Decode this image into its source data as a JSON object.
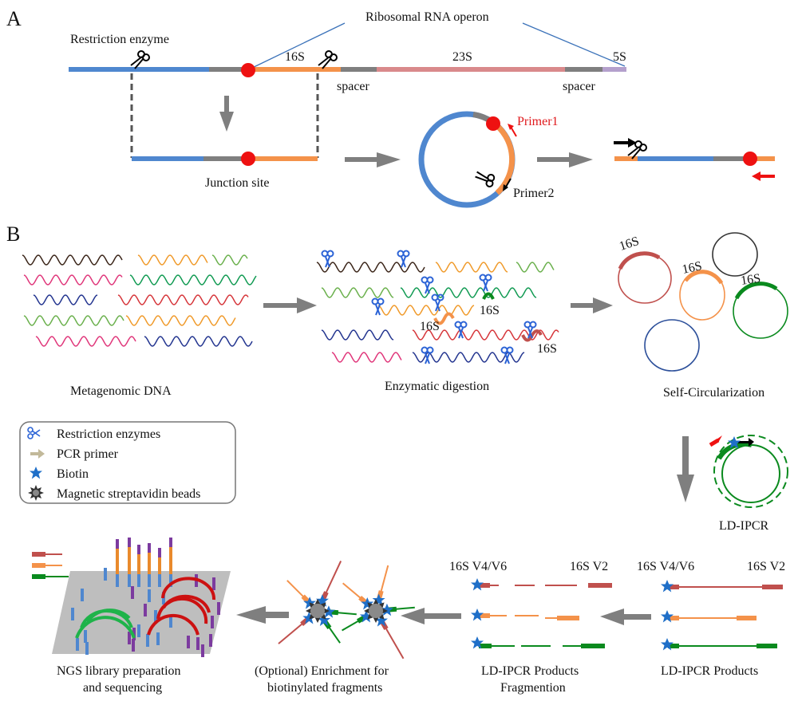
{
  "panel_a": {
    "letter": "A",
    "operon_label": "Ribosomal RNA operon",
    "restriction_label": "Restriction enzyme",
    "gene_16s": "16S",
    "gene_23s": "23S",
    "gene_5s": "5S",
    "spacer1": "spacer",
    "spacer2": "spacer",
    "junction_label": "Junction site",
    "primer1": "Primer1",
    "primer2": "Primer2"
  },
  "panel_b": {
    "letter": "B",
    "step1": "Metagenomic DNA",
    "step2": "Enzymatic digestion",
    "step3": "Self-Circularization",
    "step4": "LD-IPCR",
    "step5": "LD-IPCR Products",
    "step6_line1": "LD-IPCR Products",
    "step6_line2": "Fragmention",
    "step7_line1": "(Optional) Enrichment for",
    "step7_line2": "biotinylated fragments",
    "step8_line1": "NGS library preparation",
    "step8_line2": "and sequencing",
    "label_16s": "16S",
    "region_v4v6": "16S V4/V6",
    "region_v2": "16S V2"
  },
  "legend": {
    "items": [
      {
        "icon": "scissors-icon",
        "label": "Restriction enzymes"
      },
      {
        "icon": "arrow-icon",
        "label": "PCR primer"
      },
      {
        "icon": "star-icon",
        "label": "Biotin"
      },
      {
        "icon": "bead-icon",
        "label": "Magnetic streptavidin beads"
      }
    ]
  },
  "colors": {
    "blue": "#4f87cf",
    "gray": "#7f7f7f",
    "orange": "#f4924a",
    "pink_23s": "#d9898b",
    "purple_5s": "#b4a0cc",
    "red_dot": "#ee1111",
    "rrna_red": "#c0504d",
    "green": "#0a8a1e",
    "biotin_blue": "#1f6fc8"
  }
}
